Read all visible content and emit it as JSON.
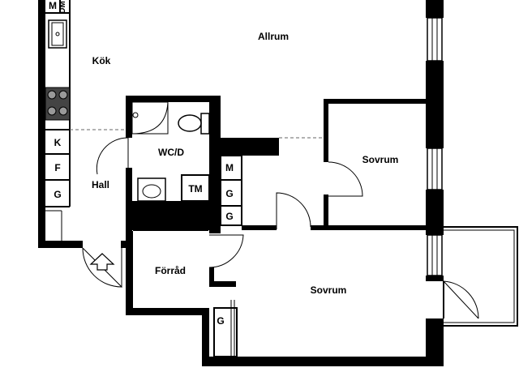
{
  "rooms": {
    "allrum": "Allrum",
    "kok": "Kök",
    "wc": "WC/D",
    "sovrum_1": "Sovrum",
    "sovrum_2": "Sovrum",
    "hall": "Hall",
    "forrad": "Förråd"
  },
  "cabinets": {
    "kitchen_top_m": "M",
    "kitchen_top_dm": "DM",
    "kitchen_k": "K",
    "kitchen_f": "F",
    "kitchen_g": "G",
    "tm": "TM",
    "corridor_m": "M",
    "corridor_g1": "G",
    "corridor_g2": "G",
    "bedroom_g": "G"
  },
  "colors": {
    "wall": "#000000",
    "background": "#ffffff"
  }
}
